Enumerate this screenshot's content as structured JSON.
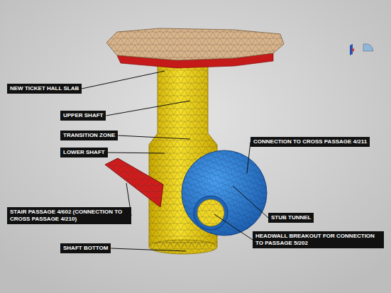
{
  "diagram": {
    "labels": [
      "NEW TICKET HALL SLAB",
      "UPPER SHAFT",
      "TRANSITION ZONE",
      "LOWER SHAFT",
      "CONNECTION TO CROSS PASSAGE 4/211",
      "STAIR PASSAGE 4/602 (CONNECTION TO CROSS PASSAGE 4/210)",
      "STUB TUNNEL",
      "HEADWALL BREAKOUT FOR CONNECTION TO PASSAGE 5/202",
      "SHAFT BOTTOM"
    ]
  }
}
